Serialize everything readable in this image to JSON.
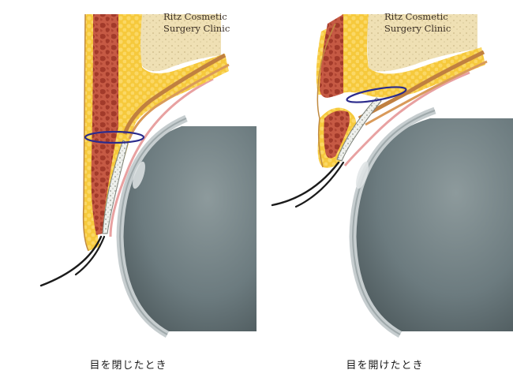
{
  "panels": [
    {
      "caption": "目を閉じたとき",
      "watermark_line1": "Ritz Cosmetic",
      "watermark_line2": "Surgery Clinic"
    },
    {
      "caption": "目を開けたとき",
      "watermark_line1": "Ritz Cosmetic",
      "watermark_line2": "Surgery Clinic"
    }
  ],
  "colors": {
    "fat": "#f5c437",
    "fat_light": "#fde07a",
    "muscle": "#c04e3a",
    "muscle_cell": "#a33b2a",
    "orbital_fat": "#f0e2b8",
    "eyeball": "#6f7e82",
    "cornea_edge": "#b8c2c4",
    "suture_loop": "#2a2a8a",
    "skin_outline": "#b5803a"
  }
}
